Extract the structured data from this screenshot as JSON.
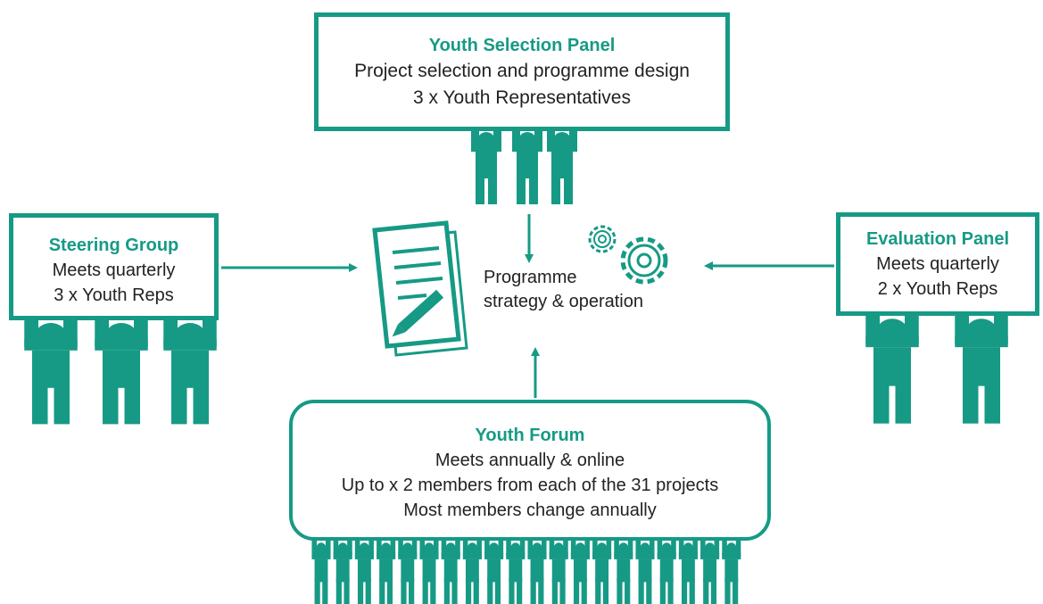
{
  "youth_selection_panel": {
    "title": "Youth Selection Panel",
    "lines": [
      "Project selection and programme design",
      "3 x Youth Representatives"
    ]
  },
  "steering_group": {
    "title": "Steering Group",
    "lines": [
      "Meets quarterly",
      "3 x Youth Reps"
    ]
  },
  "evaluation_panel": {
    "title": "Evaluation Panel",
    "lines": [
      "Meets quarterly",
      "2 x Youth Reps"
    ]
  },
  "youth_forum": {
    "title": "Youth Forum",
    "lines": [
      "Meets annually & online",
      "Up to x 2 members from each of the 31 projects",
      "Most members change annually"
    ]
  },
  "center": {
    "lines": [
      "Programme",
      "strategy & operation"
    ],
    "icons": [
      "document-pencil-icon",
      "gears-icon"
    ]
  },
  "colors": {
    "accent": "#169a85",
    "text": "#222222",
    "background": "#ffffff"
  }
}
